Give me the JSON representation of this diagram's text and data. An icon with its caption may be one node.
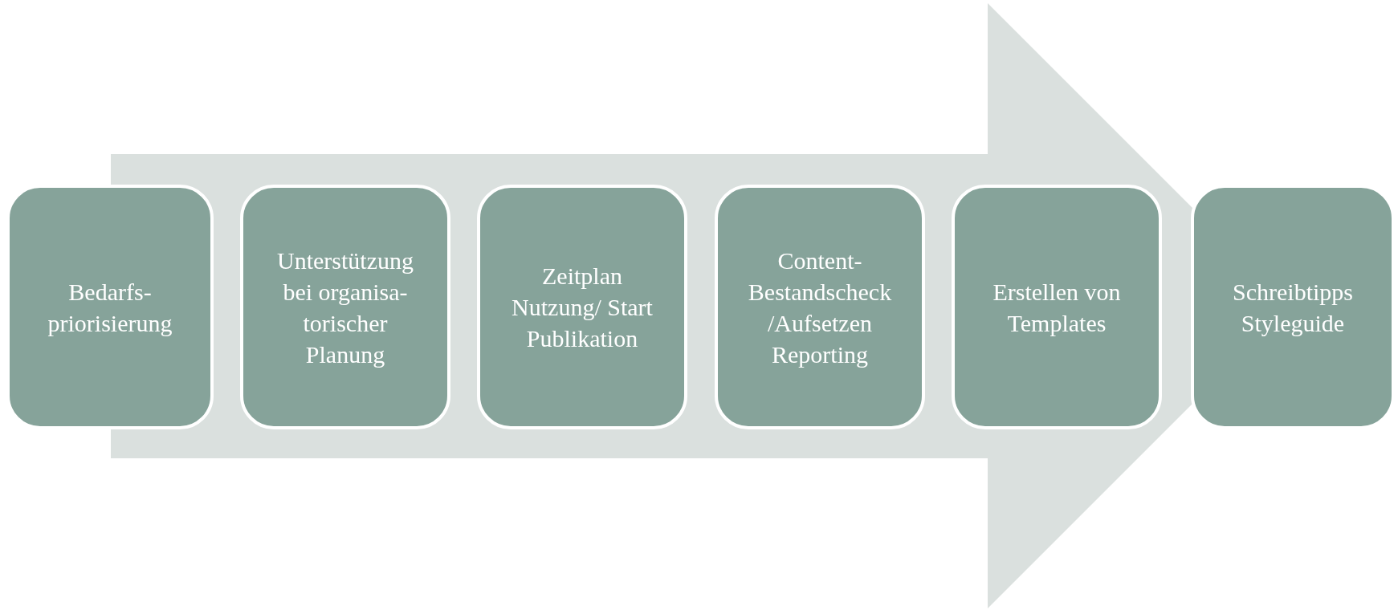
{
  "diagram": {
    "nodes": [
      {
        "text": [
          "Bedarfs- priorisierung"
        ]
      },
      {
        "text": [
          "Unterstützung bei organisa- torischer Planung"
        ]
      },
      {
        "text": [
          "Zeitplan Nutzung/ Start Publikation"
        ]
      },
      {
        "text": [
          "Content- Bestandscheck /Aufsetzen Reporting"
        ]
      },
      {
        "text": [
          "Erstellen von Templates"
        ]
      },
      {
        "text": [
          "Schreibtipps Styleguide"
        ]
      }
    ],
    "edges": [
      {
        "from": 0,
        "to": 5,
        "arrow": "to"
      }
    ]
  }
}
